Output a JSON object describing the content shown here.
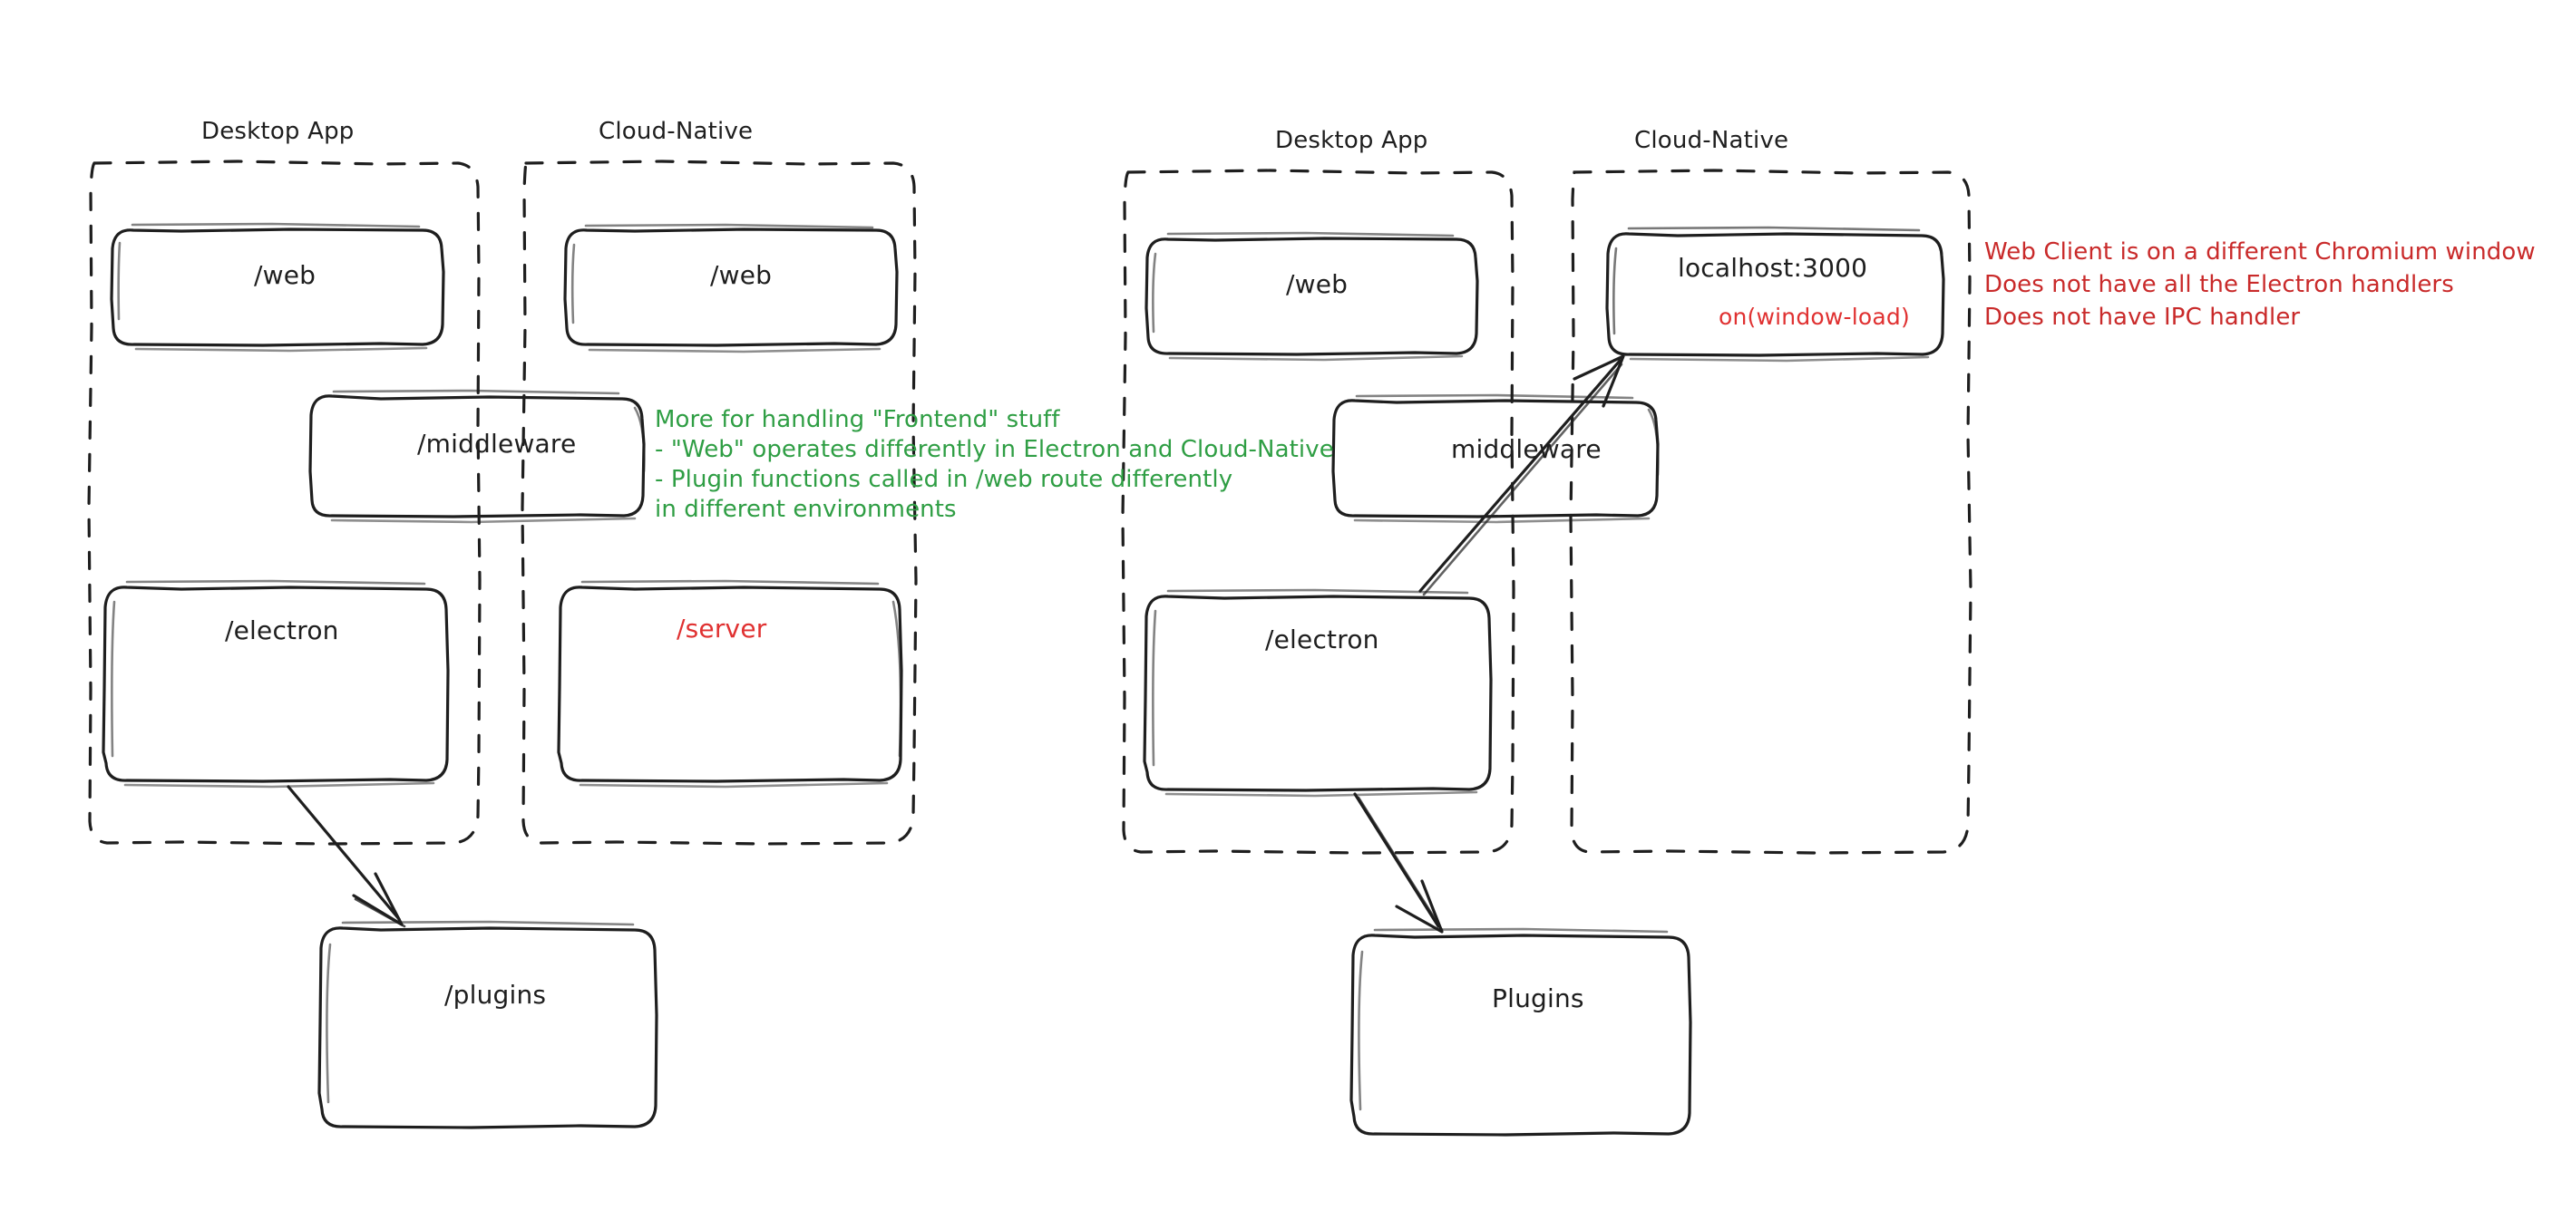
{
  "diagram": {
    "title_domain": "architecture-sketch",
    "colors": {
      "stroke": "#1e1e1e",
      "green_note": "#2f9e44",
      "red_note": "#c92a2a",
      "red_label": "#e03131",
      "background": "#ffffff"
    }
  },
  "left_diagram": {
    "groups": [
      {
        "id": "left-desktop",
        "label": "Desktop App"
      },
      {
        "id": "left-cloud",
        "label": "Cloud-Native"
      }
    ],
    "nodes": [
      {
        "id": "left-desktop-web",
        "label": "/web"
      },
      {
        "id": "left-cloud-web",
        "label": "/web"
      },
      {
        "id": "left-middleware",
        "label": "/middleware"
      },
      {
        "id": "left-electron",
        "label": "/electron"
      },
      {
        "id": "left-server",
        "label": "/server"
      },
      {
        "id": "left-plugins",
        "label": "/plugins"
      }
    ],
    "note_green": [
      "More for handling \"Frontend\" stuff",
      "- \"Web\" operates differently in Electron and Cloud-Native",
      "- Plugin functions called in /web route differently",
      "in different environments"
    ],
    "arrows": [
      {
        "id": "left-electron-to-plugins",
        "from": "/electron",
        "to": "/plugins"
      }
    ]
  },
  "right_diagram": {
    "groups": [
      {
        "id": "right-desktop",
        "label": "Desktop App"
      },
      {
        "id": "right-cloud",
        "label": "Cloud-Native"
      }
    ],
    "nodes": [
      {
        "id": "right-desktop-web",
        "label": "/web"
      },
      {
        "id": "right-localhost",
        "label": "localhost:3000",
        "sublabel": "on(window-load)"
      },
      {
        "id": "right-middleware",
        "label": "middleware"
      },
      {
        "id": "right-electron",
        "label": "/electron"
      },
      {
        "id": "right-plugins",
        "label": "Plugins"
      }
    ],
    "note_red": [
      "Web Client is on a different Chromium window",
      "Does not have all the Electron handlers",
      "Does not have IPC handler"
    ],
    "arrows": [
      {
        "id": "right-electron-to-localhost",
        "from": "/electron",
        "to": "localhost:3000"
      },
      {
        "id": "right-electron-to-plugins",
        "from": "/electron",
        "to": "Plugins"
      }
    ]
  }
}
